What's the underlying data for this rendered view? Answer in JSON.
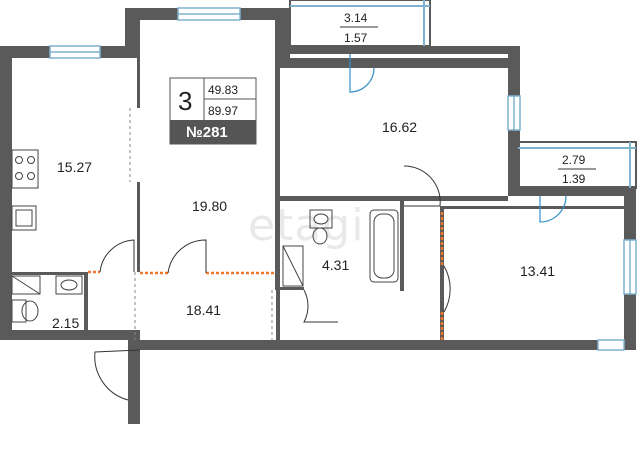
{
  "badge": {
    "rooms": "3",
    "living_area": "49.83",
    "total_area": "89.97",
    "number": "№281"
  },
  "rooms": [
    {
      "id": "kitchen",
      "area": "15.27"
    },
    {
      "id": "room-center",
      "area": "19.80"
    },
    {
      "id": "room-top-right",
      "area": "16.62"
    },
    {
      "id": "room-right",
      "area": "13.41"
    },
    {
      "id": "bathroom",
      "area": "4.31"
    },
    {
      "id": "wc",
      "area": "2.15"
    },
    {
      "id": "hallway",
      "area": "18.41"
    }
  ],
  "balconies": [
    {
      "id": "balcony-top",
      "area_a": "3.14",
      "area_b": "1.57"
    },
    {
      "id": "balcony-right",
      "area_a": "2.79",
      "area_b": "1.39"
    }
  ],
  "watermark": "etagi",
  "colors": {
    "wall": "#5a5a5a",
    "window": "#cfe6f2",
    "window_stroke": "#7fb2cf",
    "door": "#2f8fc9",
    "partition": "#f07828",
    "badge": "#555555"
  }
}
